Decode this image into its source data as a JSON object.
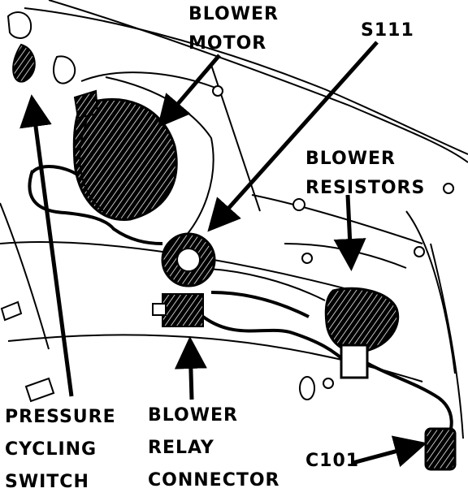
{
  "labels": {
    "blower_motor": [
      "BLOWER",
      "MOTOR"
    ],
    "s111": "S111",
    "blower_resistors": [
      "BLOWER",
      "RESISTORS"
    ],
    "pressure_cycling_switch": [
      "PRESSURE",
      "CYCLING",
      "SWITCH"
    ],
    "blower_relay_connector": [
      "BLOWER",
      "RELAY",
      "CONNECTOR"
    ],
    "c101": "C101"
  },
  "colors": {
    "ink": "#000000",
    "paper": "#ffffff"
  }
}
